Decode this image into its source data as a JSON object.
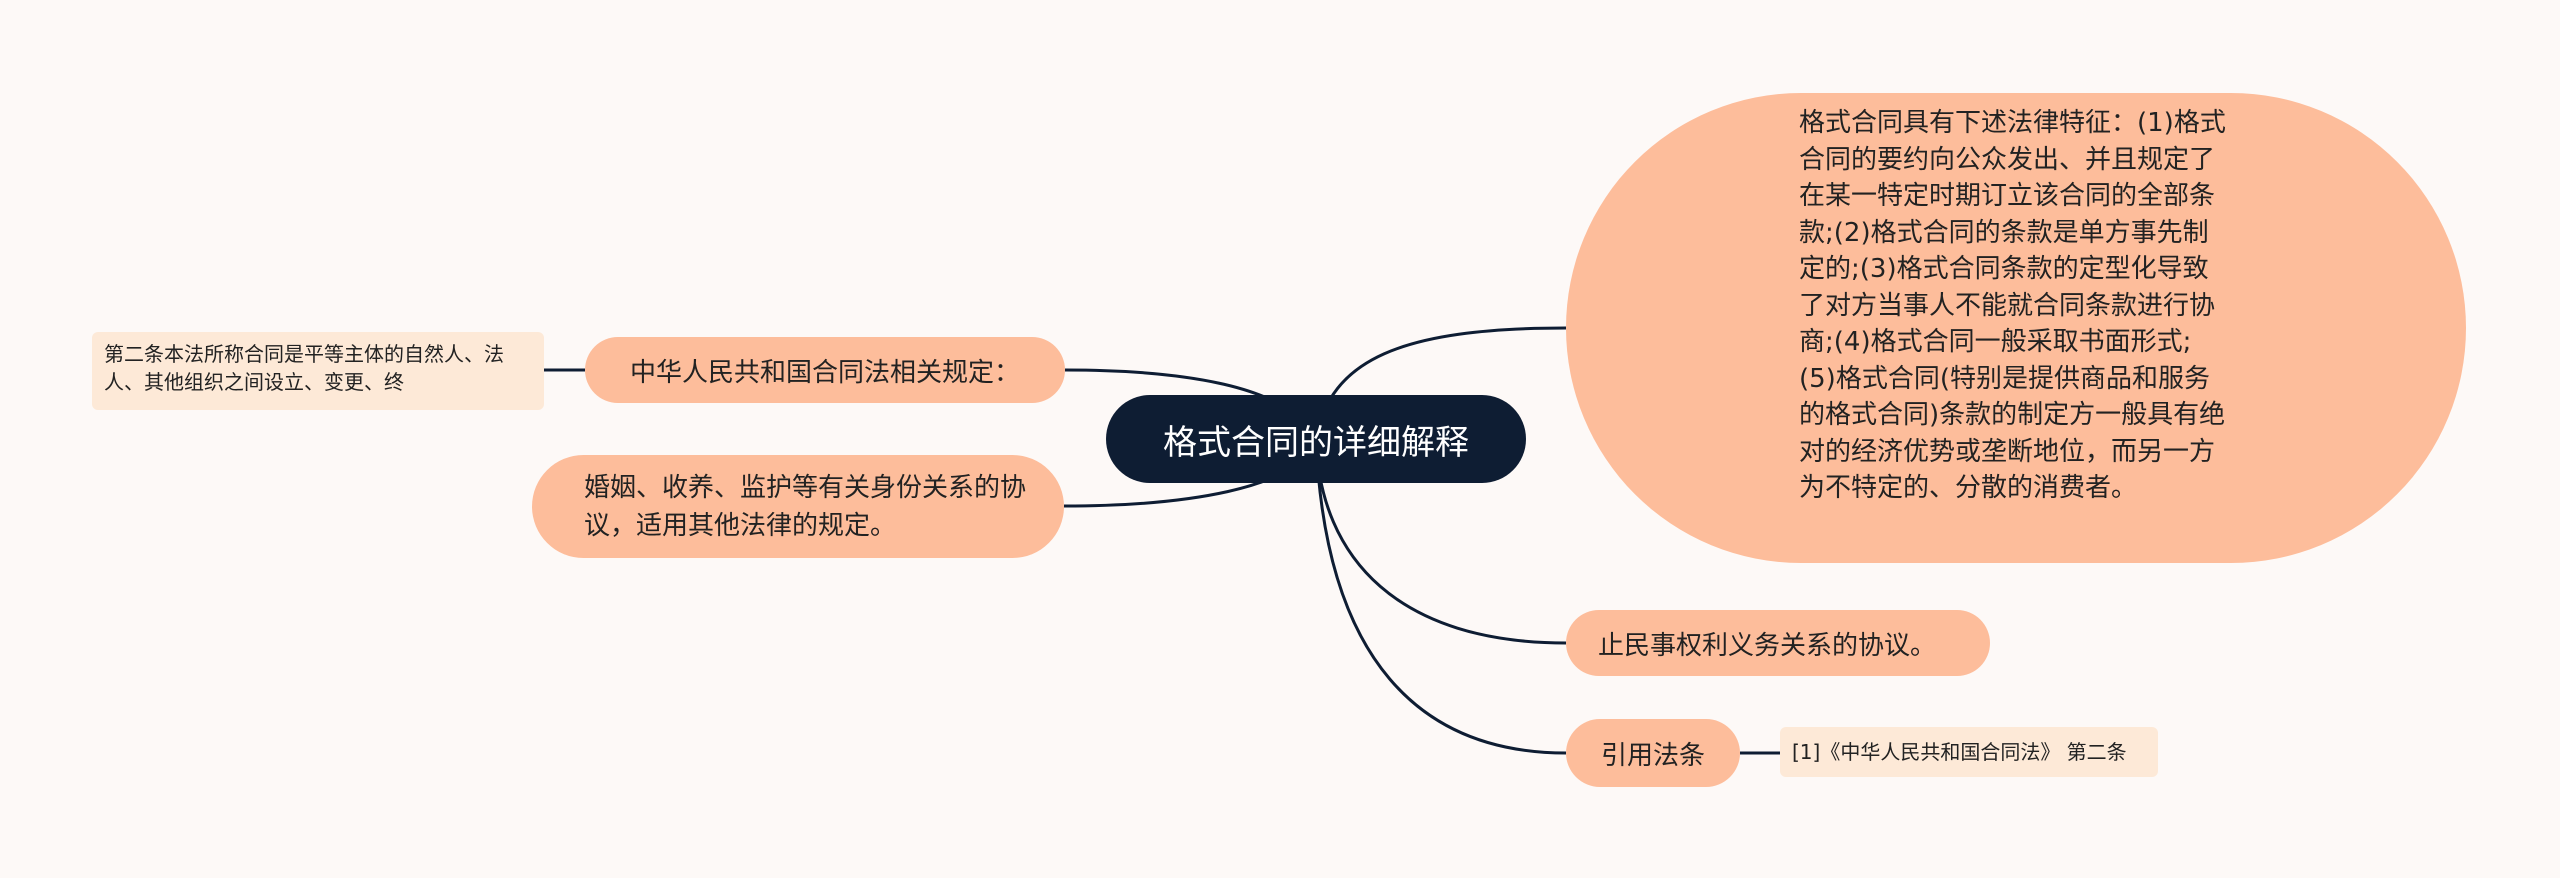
{
  "central": {
    "title": "格式合同的详细解释"
  },
  "branches": {
    "law": {
      "label": "中华人民共和国合同法相关规定："
    },
    "law_leaf": {
      "text": "第二条本法所称合同是平等主体的自然人、法人、其他组织之间设立、变更、终"
    },
    "marriage": {
      "text": "婚姻、收养、监护等有关身份关系的协议，适用其他法律的规定。"
    },
    "features": {
      "text": "格式合同具有下述法律特征：(1)格式合同的要约向公众发出、并且规定了在某一特定时期订立该合同的全部条款;(2)格式合同的条款是单方事先制定的;(3)格式合同条款的定型化导致了对方当事人不能就合同条款进行协商;(4)格式合同一般采取书面形式;(5)格式合同(特别是提供商品和服务的格式合同)条款的制定方一般具有绝对的经济优势或垄断地位，而另一方为不特定的、分散的消费者。"
    },
    "stop": {
      "text": "止民事权利义务关系的协议。"
    },
    "cite": {
      "label": "引用法条"
    },
    "cite_leaf": {
      "text": "[1]《中华人民共和国合同法》 第二条"
    }
  },
  "colors": {
    "background": "#fdf9f7",
    "central_fill": "#0e1d33",
    "branch_fill": "#fdbd9b",
    "leaf_fill": "#fde9d7",
    "edge": "#0e1d33"
  }
}
